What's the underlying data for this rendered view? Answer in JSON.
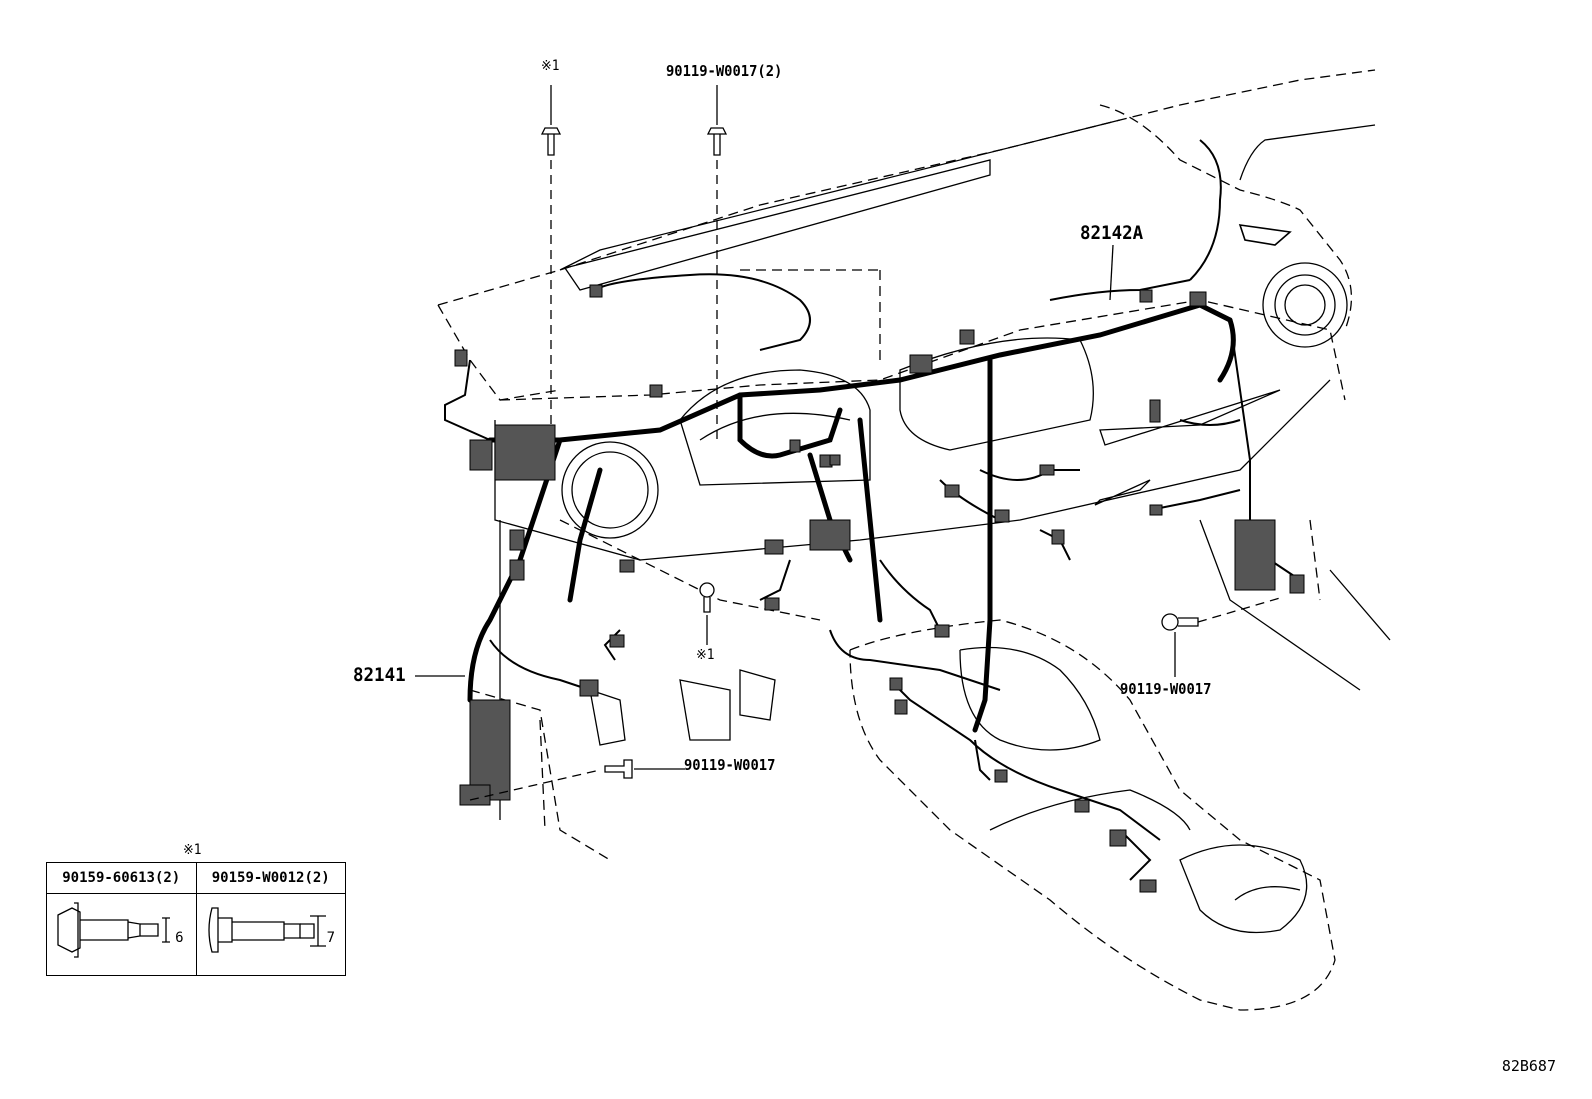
{
  "labels": {
    "mark_top_left": "※1",
    "bolt_top": "90119-W0017(2)",
    "harness_right": "82142A",
    "harness_left": "82141",
    "mark_mid": "※1",
    "bolt_right": "90119-W0017",
    "bolt_bottom": "90119-W0017",
    "table_mark": "※1"
  },
  "fastener_table": {
    "col1": {
      "part": "90159-60613(2)",
      "dimension": "6"
    },
    "col2": {
      "part": "90159-W0012(2)",
      "dimension": "7"
    }
  },
  "diagram_code": "82B687"
}
